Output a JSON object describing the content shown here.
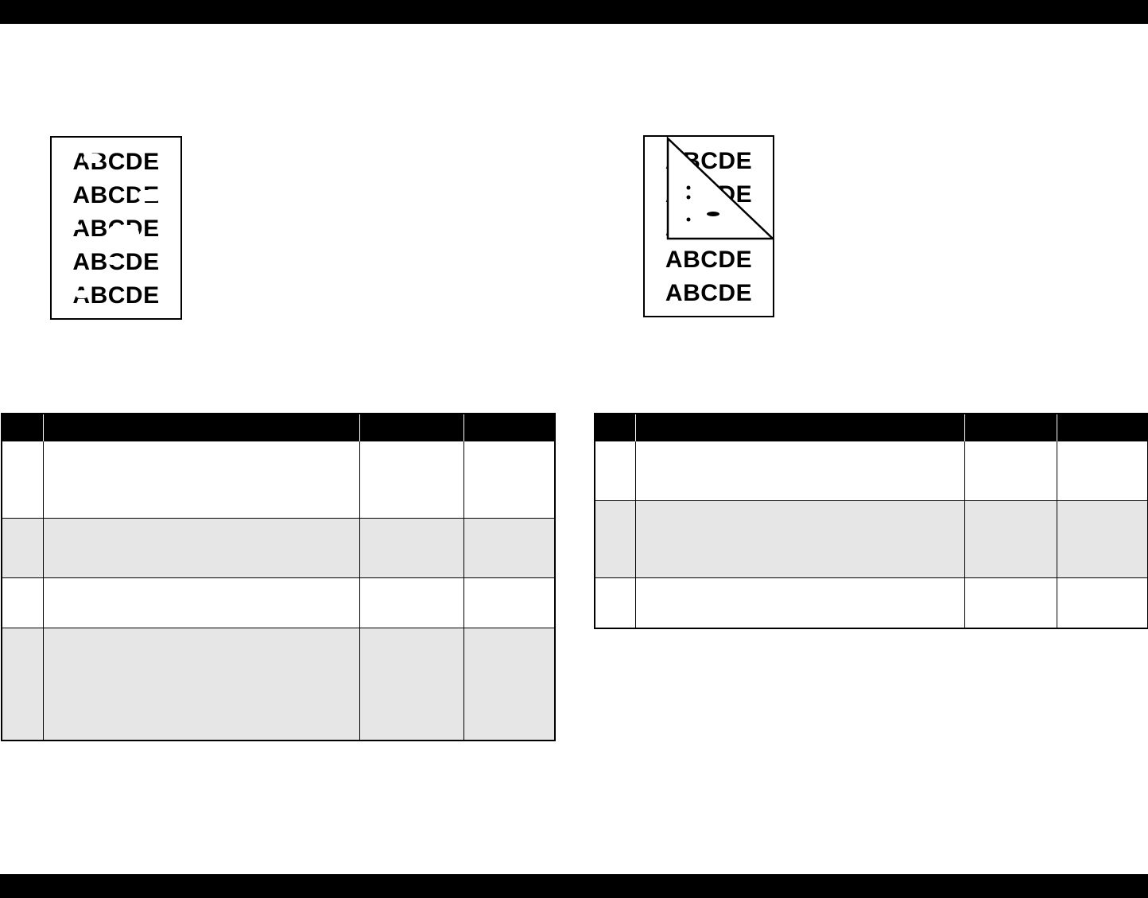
{
  "figures": {
    "left_sample": {
      "lines": [
        "ABCDE",
        "ABCDE",
        "ABCDE",
        "ABCDE",
        "ABCDE"
      ]
    },
    "right_sample": {
      "lines": [
        "ABCDE",
        "ABCDE",
        "ABCDE",
        "ABCDE",
        "ABCDE"
      ]
    }
  },
  "tables": {
    "left": {
      "header": [
        "",
        "",
        "",
        ""
      ],
      "rows": [
        [
          "",
          "",
          "",
          ""
        ],
        [
          "",
          "",
          "",
          ""
        ],
        [
          "",
          "",
          "",
          ""
        ],
        [
          "",
          "",
          "",
          ""
        ]
      ]
    },
    "right": {
      "header": [
        "",
        "",
        "",
        ""
      ],
      "rows": [
        [
          "",
          "",
          "",
          ""
        ],
        [
          "",
          "",
          "",
          ""
        ],
        [
          "",
          "",
          "",
          ""
        ]
      ]
    }
  }
}
